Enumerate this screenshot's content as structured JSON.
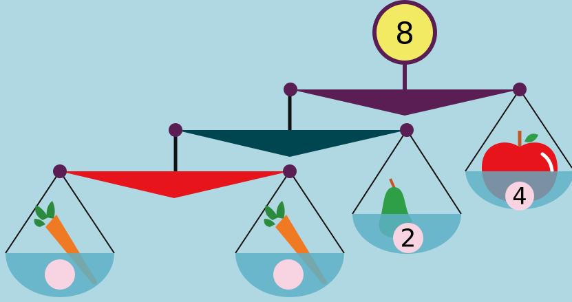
{
  "puzzle": {
    "total": "8",
    "pans": [
      {
        "item": "carrot",
        "weight": ""
      },
      {
        "item": "carrot",
        "weight": ""
      },
      {
        "item": "pear",
        "weight": "2"
      },
      {
        "item": "apple",
        "weight": "4"
      }
    ]
  },
  "colors": {
    "background": "#b0d8e3",
    "top_beam": "#5a1e55",
    "middle_beam": "#004650",
    "bottom_beam": "#e8141c",
    "pan_water": "#5eb0c6",
    "weight_bubble": "#f8d3e1",
    "total_circle": "#f1ea62"
  },
  "icons": [
    "carrot-icon",
    "pear-icon",
    "apple-icon"
  ]
}
